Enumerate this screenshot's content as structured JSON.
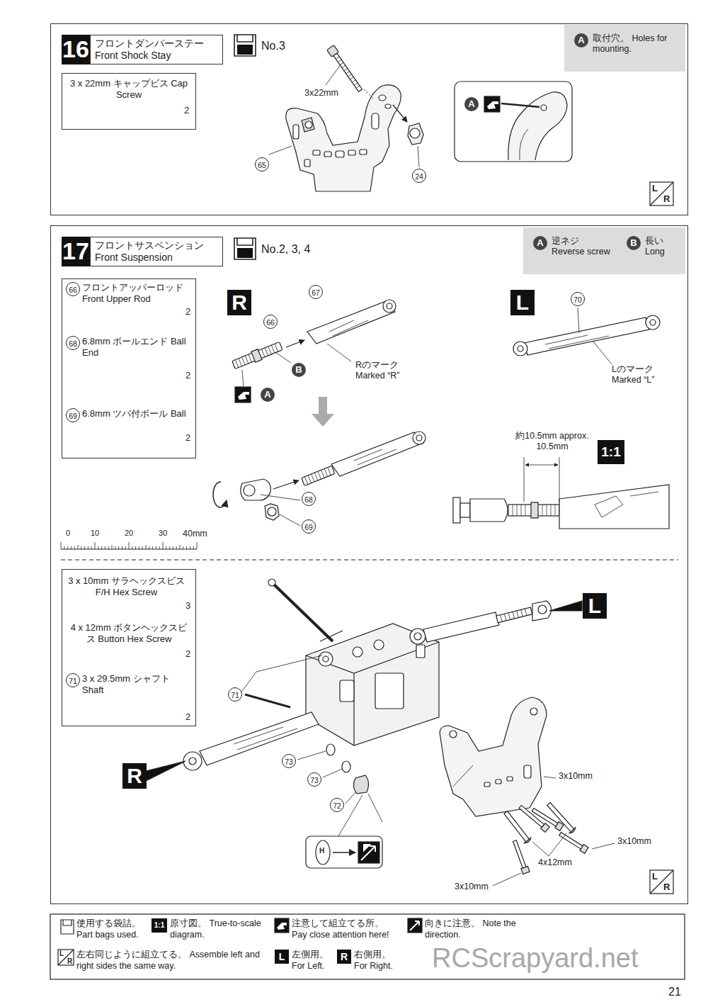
{
  "diagram": {
    "nodes": [
      {
        "text": [
          "16",
          "フロントダンパーステー Front Shock Stay"
        ]
      },
      {
        "text": [
          "No.3"
        ],
        "in": 0
      },
      {
        "text": [
          "3 x 22mm キャップビス Cap Screw",
          "2"
        ],
        "in": 0
      },
      {
        "text": [
          "A",
          "取付穴。 Holes for mounting."
        ],
        "in": 0
      },
      {
        "text": [
          "17",
          "フロントサスペンション Front Suspension"
        ]
      },
      {
        "text": [
          "No.2, 3, 4"
        ],
        "in": 4
      },
      {
        "text": [
          "A",
          "逆ネジ Reverse screw",
          "B",
          "長い Long"
        ],
        "in": 4
      },
      {
        "text": [
          "66",
          "フロントアッパーロッド Front Upper Rod",
          "2",
          "68",
          "6.8mm ボールエンド Ball End",
          "2",
          "69",
          "6.8mm ツバ付ボール Ball",
          "2"
        ],
        "in": 4
      },
      {
        "text": [
          "3 x 10mm サラヘックスビス F/H Hex Screw",
          "3",
          "4 x 12mm ボタンヘックスビス Button Hex Screw",
          "2",
          "71",
          "3 x 29.5mm シャフト Shaft",
          "2"
        ],
        "in": 4
      },
      {
        "text": [
          "R"
        ],
        "in": 4
      },
      {
        "text": [
          "L"
        ],
        "in": 4
      },
      {
        "text": [
          "1:1"
        ],
        "in": 4
      },
      {
        "text": [
          "R"
        ],
        "in": 4
      },
      {
        "text": [
          "L"
        ],
        "in": 4
      }
    ],
    "labels": [
      "3x22mm",
      "65",
      "24",
      "A",
      "L",
      "R",
      "66",
      "67",
      "B",
      "A",
      "Rのマーク Marked “R”",
      "68",
      "69",
      "70",
      "Lのマーク Marked “L”",
      "約10.5mm approx. 10.5mm",
      "0",
      "10",
      "20",
      "30",
      "40mm",
      "71",
      "73",
      "73",
      "72",
      "H",
      "3x10mm",
      "3x10mm",
      "4x12mm",
      "3x10mm",
      "L",
      "R",
      "1:1",
      "L",
      "R",
      "L",
      "R",
      "RCScrapyard.net",
      "21"
    ],
    "legend": [
      {
        "text": "使用する袋詰。 Part bags used."
      },
      {
        "text": "原寸図。 True-to-scale diagram."
      },
      {
        "text": "注意して組立てる所。 Pay close attention here!"
      },
      {
        "text": "向きに注意。 Note the direction."
      },
      {
        "text": "左右同じように組立てる。 Assemble left and right sides the same way."
      },
      {
        "text": "左側用。 For Left."
      },
      {
        "text": "右側用。 For Right."
      }
    ]
  }
}
